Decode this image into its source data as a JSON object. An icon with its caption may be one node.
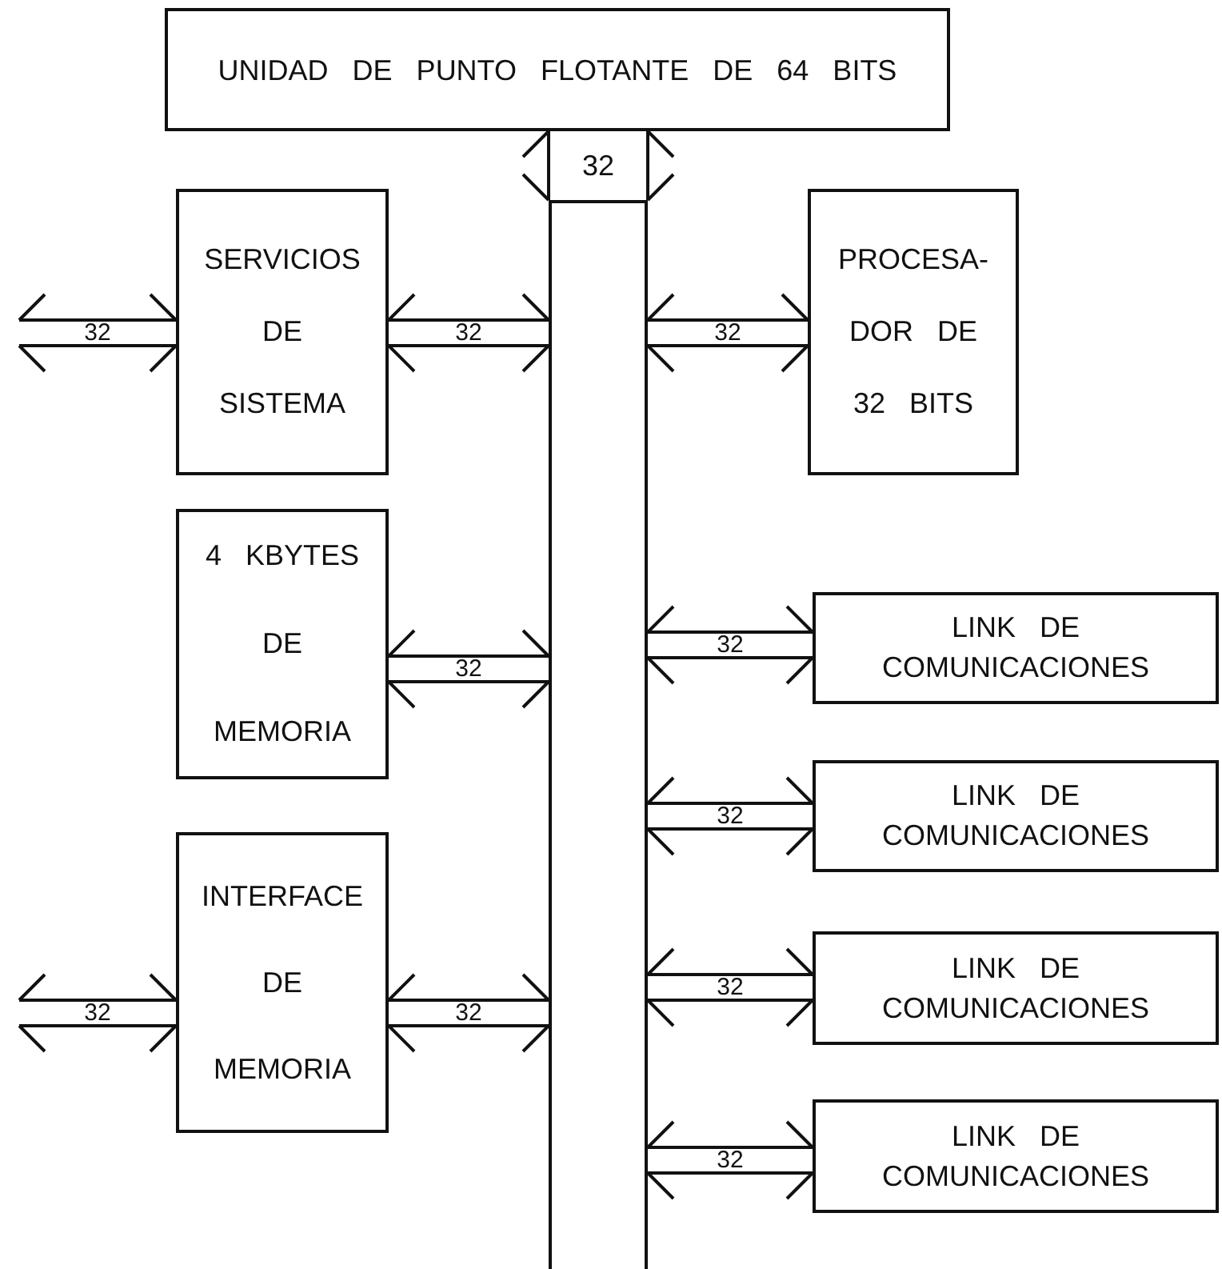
{
  "diagram": {
    "nodes": [
      {
        "text": [
          "UNIDAD DE PUNTO FLOTANTE DE 64 BITS"
        ]
      },
      {
        "text": [],
        "shape": "bar"
      },
      {
        "text": [
          "SERVICIOS DE SISTEMA"
        ]
      },
      {
        "text": [
          "PROCESA- DOR DE 32 BITS"
        ]
      },
      {
        "text": [
          "4 KBYTES DE MEMORIA"
        ]
      },
      {
        "text": [
          "LINK DE COMUNICACIONES"
        ]
      },
      {
        "text": [
          "LINK DE COMUNICACIONES"
        ]
      },
      {
        "text": [
          "INTERFACE DE MEMORIA"
        ]
      },
      {
        "text": [
          "LINK DE COMUNICACIONES"
        ]
      },
      {
        "text": [
          "LINK DE COMUNICACIONES"
        ]
      }
    ],
    "edges": [
      {
        "from": 1,
        "to": 0,
        "arrow": "both",
        "label": "32"
      },
      {
        "from": null,
        "to": 2,
        "arrow": "both",
        "label": "32"
      },
      {
        "from": 2,
        "to": 1,
        "arrow": "both",
        "label": "32"
      },
      {
        "from": 3,
        "to": 1,
        "arrow": "both",
        "label": "32"
      },
      {
        "from": 4,
        "to": 1,
        "arrow": "both",
        "label": "32"
      },
      {
        "from": 5,
        "to": 1,
        "arrow": "both",
        "label": "32"
      },
      {
        "from": 6,
        "to": 1,
        "arrow": "both",
        "label": "32"
      },
      {
        "from": null,
        "to": 7,
        "arrow": "both",
        "label": "32"
      },
      {
        "from": 7,
        "to": 1,
        "arrow": "both",
        "label": "32"
      },
      {
        "from": 8,
        "to": 1,
        "arrow": "both",
        "label": "32"
      },
      {
        "from": 9,
        "to": 1,
        "arrow": "both",
        "label": "32"
      }
    ]
  }
}
